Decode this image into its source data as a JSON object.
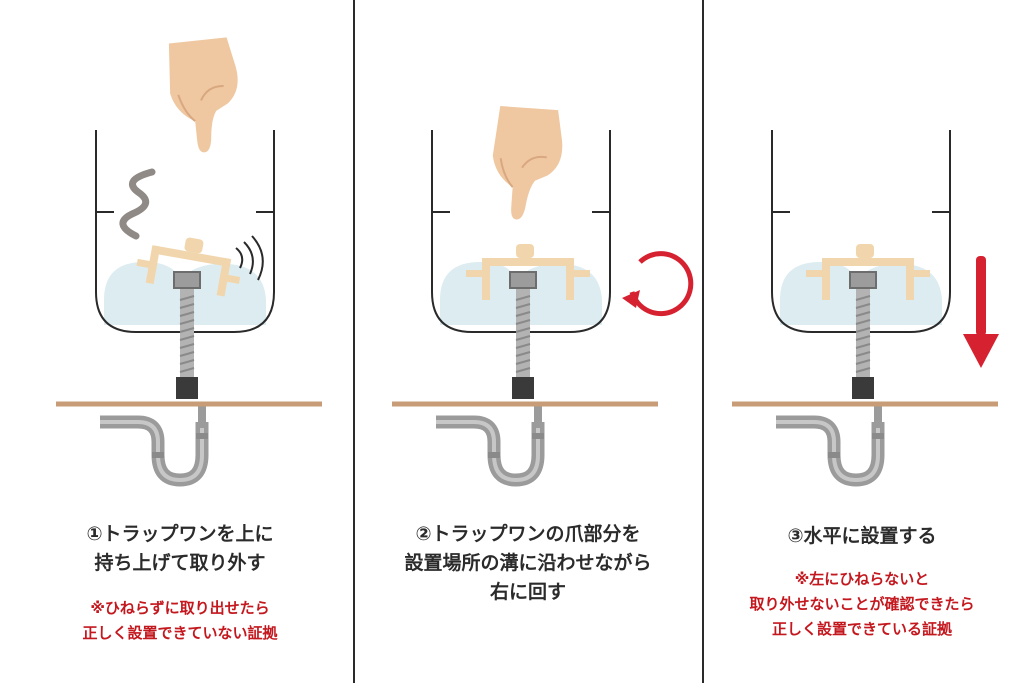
{
  "colors": {
    "skin": "#efc8a1",
    "skin_shade": "#d9a880",
    "water": "#d8eaee",
    "trap": "#f1d6ad",
    "bolt": "#a9a9a9",
    "board": "#c79c77",
    "pipe": "#9b9b9b",
    "arrow_red": "#d62230",
    "note_red": "#c4181f",
    "text": "#2b2b2b",
    "divider": "#2a2a2a"
  },
  "icons": [
    "hand-icon",
    "odor-icon",
    "shake-icon",
    "rotate-clockwise-icon",
    "down-arrow-icon"
  ],
  "steps": [
    {
      "lines": [
        "①トラップワンを上に",
        "持ち上げて取り外す"
      ],
      "note": [
        "※ひねらずに取り出せたら",
        "正しく設置できていない証拠"
      ]
    },
    {
      "lines": [
        "②トラップワンの爪部分を",
        "設置場所の溝に沿わせながら",
        "右に回す"
      ],
      "note": []
    },
    {
      "lines": [
        "③水平に設置する"
      ],
      "note": [
        "※左にひねらないと",
        "取り外せないことが確認できたら",
        "正しく設置できている証拠"
      ]
    }
  ]
}
